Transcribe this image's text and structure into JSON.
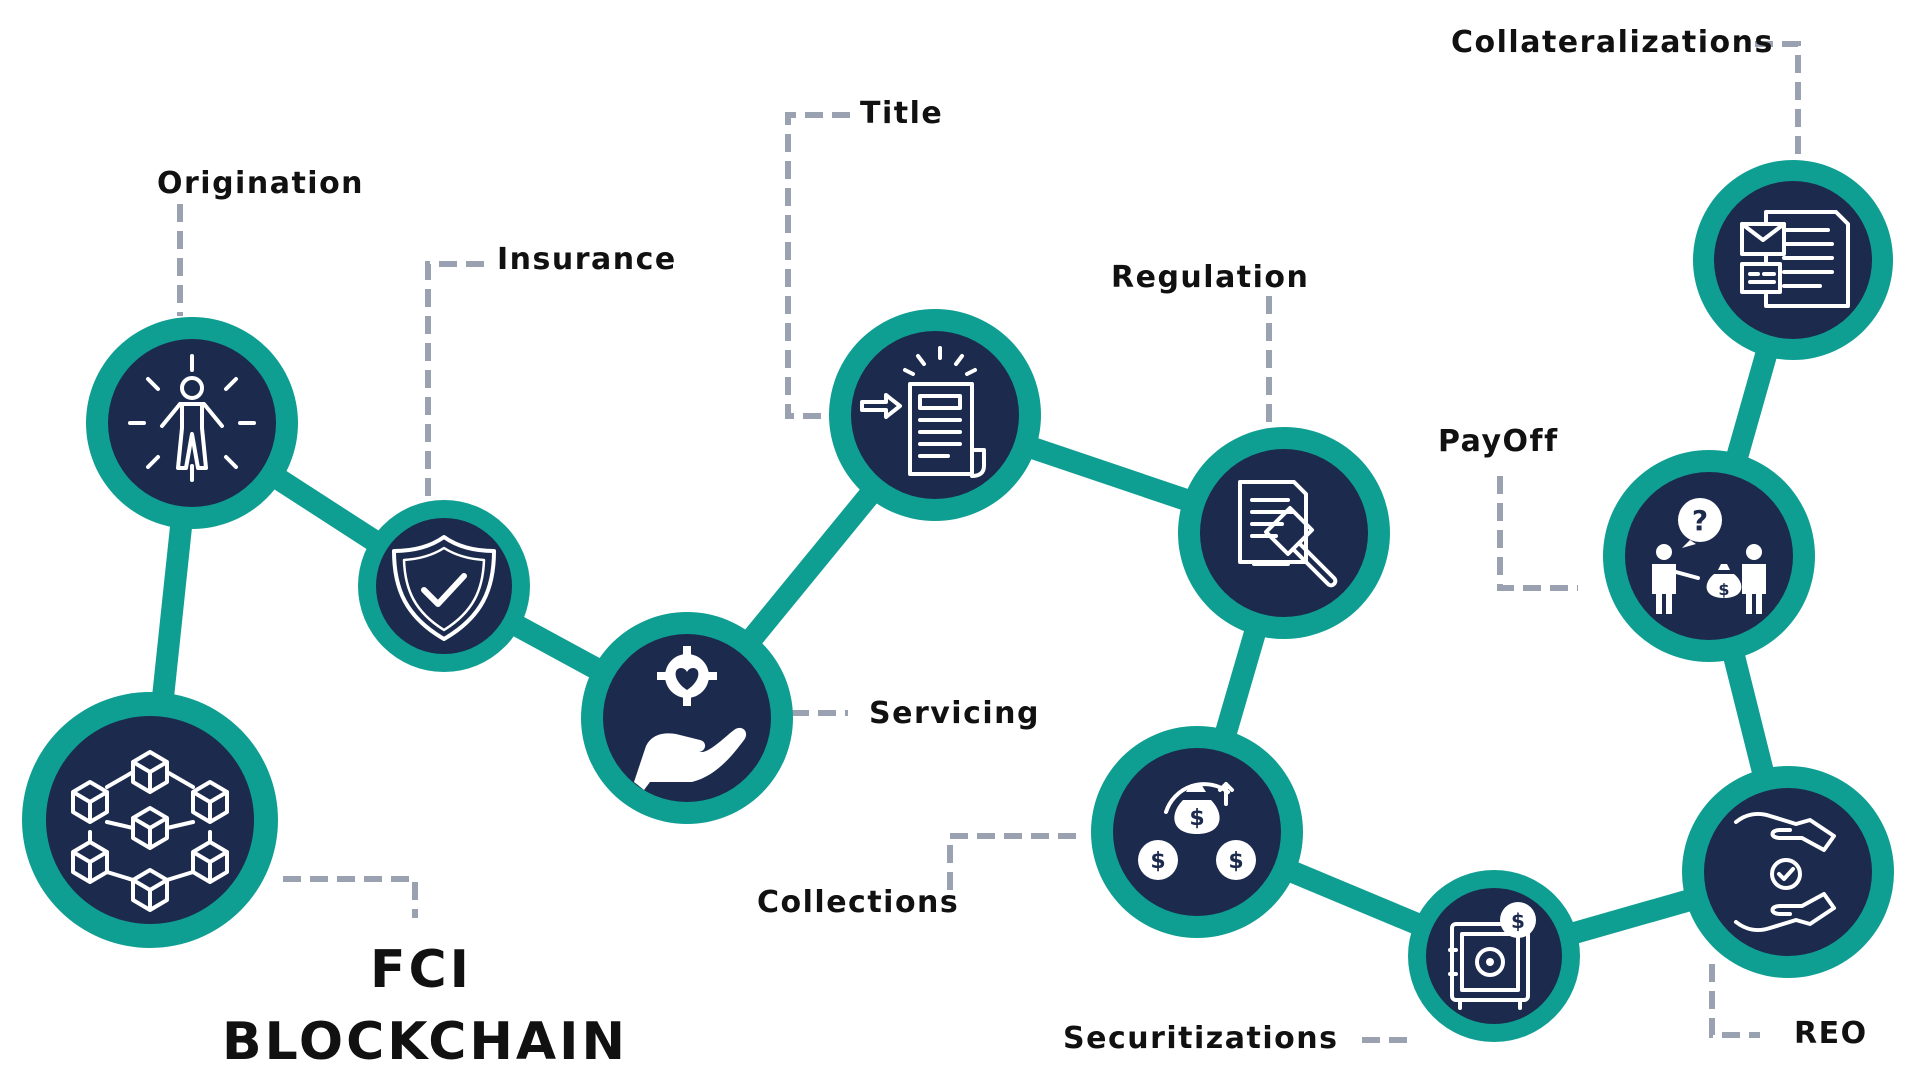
{
  "title": {
    "line1": "FCI",
    "line2": "BLOCKCHAIN"
  },
  "colors": {
    "teal": "#0f9f92",
    "navy": "#1c2a4d",
    "connector": "#9aa2b1",
    "text": "#111111"
  },
  "nodes": [
    {
      "id": "origination",
      "label": "Origination",
      "icon": "person-radiating-icon"
    },
    {
      "id": "insurance",
      "label": "Insurance",
      "icon": "shield-check-icon"
    },
    {
      "id": "servicing",
      "label": "Servicing",
      "icon": "hand-heart-gear-icon"
    },
    {
      "id": "title",
      "label": "Title",
      "icon": "document-arrow-icon"
    },
    {
      "id": "regulation",
      "label": "Regulation",
      "icon": "document-gavel-icon"
    },
    {
      "id": "collections",
      "label": "Collections",
      "icon": "money-bags-icon"
    },
    {
      "id": "securitizations",
      "label": "Securitizations",
      "icon": "safe-dollar-icon"
    },
    {
      "id": "reo",
      "label": "REO",
      "icon": "hands-check-icon"
    },
    {
      "id": "payoff",
      "label": "PayOff",
      "icon": "people-exchange-icon"
    },
    {
      "id": "collateralizations",
      "label": "Collateralizations",
      "icon": "documents-mail-icon"
    },
    {
      "id": "blockchain",
      "label": "",
      "icon": "blockchain-cubes-icon"
    }
  ]
}
